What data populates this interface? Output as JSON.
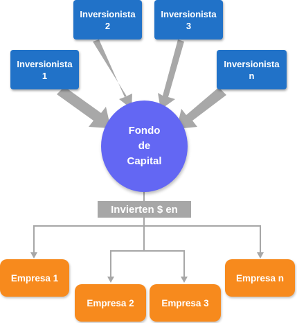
{
  "diagram": {
    "investors": [
      {
        "label": "Inversionista\n1"
      },
      {
        "label": "Inversionista\n2"
      },
      {
        "label": "Inversionista\n3"
      },
      {
        "label": "Inversionista\nn"
      }
    ],
    "fund": {
      "label": "Fondo\nde\nCapital"
    },
    "connector_label": "Invierten $ en",
    "companies": [
      {
        "label": "Empresa 1"
      },
      {
        "label": "Empresa 2"
      },
      {
        "label": "Empresa 3"
      },
      {
        "label": "Empresa n"
      }
    ],
    "colors": {
      "investor": "#2172c8",
      "fund": "#6367f3",
      "company": "#f78a1d",
      "arrow": "#a8a8a8",
      "connector": "#a7a7a7"
    }
  }
}
